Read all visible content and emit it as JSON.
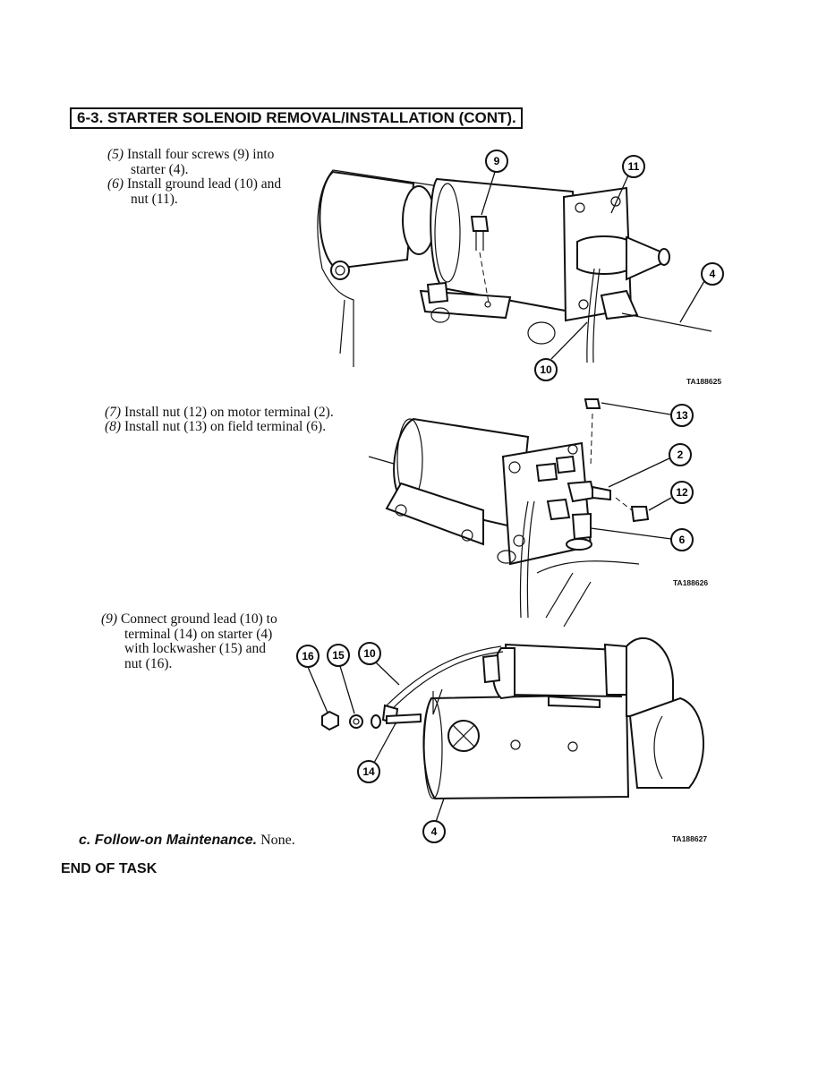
{
  "heading": "6-3. STARTER SOLENOID REMOVAL/INSTALLATION (CONT).",
  "steps": [
    {
      "num": "(5)",
      "lines": [
        "Install four screws (9) into",
        "starter (4)."
      ]
    },
    {
      "num": "(6)",
      "lines": [
        "Install ground lead (10) and",
        "nut (11)."
      ]
    },
    {
      "num": "(7)",
      "lines": [
        "Install nut (12) on motor terminal (2)."
      ]
    },
    {
      "num": "(8)",
      "lines": [
        "Install nut (13) on field terminal (6)."
      ]
    },
    {
      "num": "(9)",
      "lines": [
        "Connect ground lead (10) to",
        "terminal (14) on starter (4)",
        "with lockwasher (15) and",
        "nut (16)."
      ]
    }
  ],
  "figures": [
    {
      "id": "TA188625",
      "callouts": [
        "9",
        "11",
        "4",
        "10"
      ]
    },
    {
      "id": "TA188626",
      "callouts": [
        "13",
        "2",
        "12",
        "6"
      ]
    },
    {
      "id": "TA188627",
      "callouts": [
        "16",
        "15",
        "10",
        "14",
        "4"
      ]
    }
  ],
  "follow_on": {
    "label": "c.  Follow-on Maintenance.",
    "value": "None."
  },
  "end": "END OF TASK"
}
